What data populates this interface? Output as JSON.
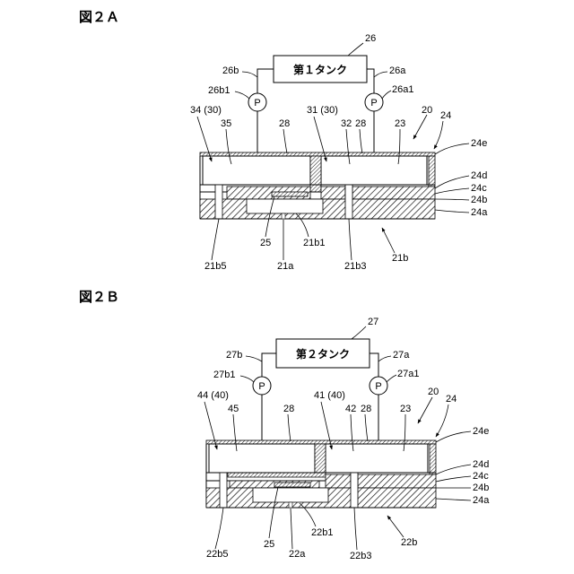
{
  "figA": {
    "title": "図２Ａ",
    "tank": "第１タンク",
    "pump_left": "P",
    "pump_right": "P",
    "labels": {
      "l26": "26",
      "l26b": "26b",
      "l26a": "26a",
      "l26b1": "26b1",
      "l26a1": "26a1",
      "l34": "34 (30)",
      "l35": "35",
      "l28a": "28",
      "l31": "31 (30)",
      "l32": "32",
      "l28b": "28",
      "l23": "23",
      "l20": "20",
      "l24": "24",
      "l24e": "24e",
      "l24d": "24d",
      "l24c": "24c",
      "l24b": "24b",
      "l24a": "24a",
      "l25": "25",
      "l21b1": "21b1",
      "l21a": "21a",
      "l21b5": "21b5",
      "l21b3": "21b3",
      "l21b": "21b"
    }
  },
  "figB": {
    "title": "図２Ｂ",
    "tank": "第２タンク",
    "pump_left": "P",
    "pump_right": "P",
    "labels": {
      "l27": "27",
      "l27b": "27b",
      "l27a": "27a",
      "l27b1": "27b1",
      "l27a1": "27a1",
      "l44": "44 (40)",
      "l45": "45",
      "l28a": "28",
      "l41": "41 (40)",
      "l42": "42",
      "l28b": "28",
      "l23": "23",
      "l20": "20",
      "l24": "24",
      "l24e": "24e",
      "l24d": "24d",
      "l24c": "24c",
      "l24b": "24b",
      "l24a": "24a",
      "l25": "25",
      "l22b1": "22b1",
      "l22a": "22a",
      "l22b5": "22b5",
      "l22b3": "22b3",
      "l22b": "22b"
    }
  }
}
